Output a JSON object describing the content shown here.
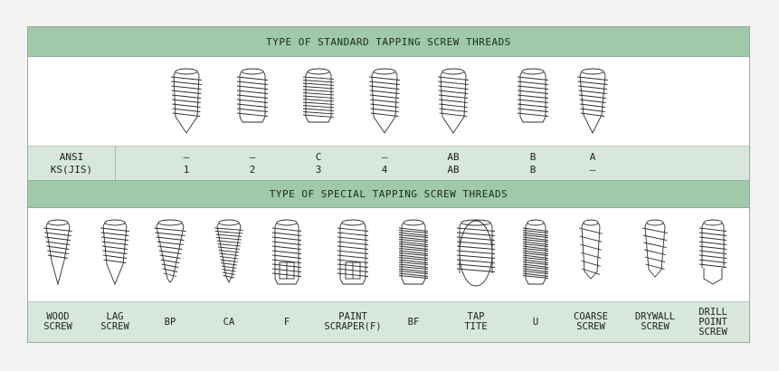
{
  "standard": {
    "title": "TYPE OF STANDARD TAPPING SCREW THREADS",
    "row_labels": [
      "ANSI",
      "KS(JIS)"
    ],
    "screws": [
      {
        "icon": "tapered-point-screw-icon",
        "ansi": "–",
        "ks": "1"
      },
      {
        "icon": "blunt-point-screw-icon",
        "ansi": "–",
        "ks": "2"
      },
      {
        "icon": "blunt-fine-screw-icon",
        "ansi": "C",
        "ks": "3"
      },
      {
        "icon": "tapered-point-screw-icon",
        "ansi": "–",
        "ks": "4"
      },
      {
        "icon": "tapered-point-screw-icon",
        "ansi": "AB",
        "ks": "AB"
      },
      {
        "icon": "blunt-point-screw-icon",
        "ansi": "B",
        "ks": "B"
      },
      {
        "icon": "sharp-point-screw-icon",
        "ansi": "A",
        "ks": "–"
      }
    ]
  },
  "special": {
    "title": "TYPE OF SPECIAL TAPPING SCREW THREADS",
    "screws": [
      {
        "icon": "wood-screw-icon",
        "label": "WOOD\nSCREW"
      },
      {
        "icon": "lag-screw-icon",
        "label": "LAG\nSCREW"
      },
      {
        "icon": "bp-screw-icon",
        "label": "BP"
      },
      {
        "icon": "ca-screw-icon",
        "label": "CA"
      },
      {
        "icon": "f-screw-icon",
        "label": "F"
      },
      {
        "icon": "paint-scraper-screw-icon",
        "label": "PAINT\nSCRAPER(F)"
      },
      {
        "icon": "bf-screw-icon",
        "label": "BF"
      },
      {
        "icon": "tap-tite-screw-icon",
        "label": "TAP\nTITE"
      },
      {
        "icon": "u-screw-icon",
        "label": "U"
      },
      {
        "icon": "coarse-screw-icon",
        "label": "COARSE\nSCREW"
      },
      {
        "icon": "drywall-screw-icon",
        "label": "DRYWALL\nSCREW"
      },
      {
        "icon": "drill-point-screw-icon",
        "label": "DRILL\nPOINT\nSCREW"
      }
    ]
  }
}
